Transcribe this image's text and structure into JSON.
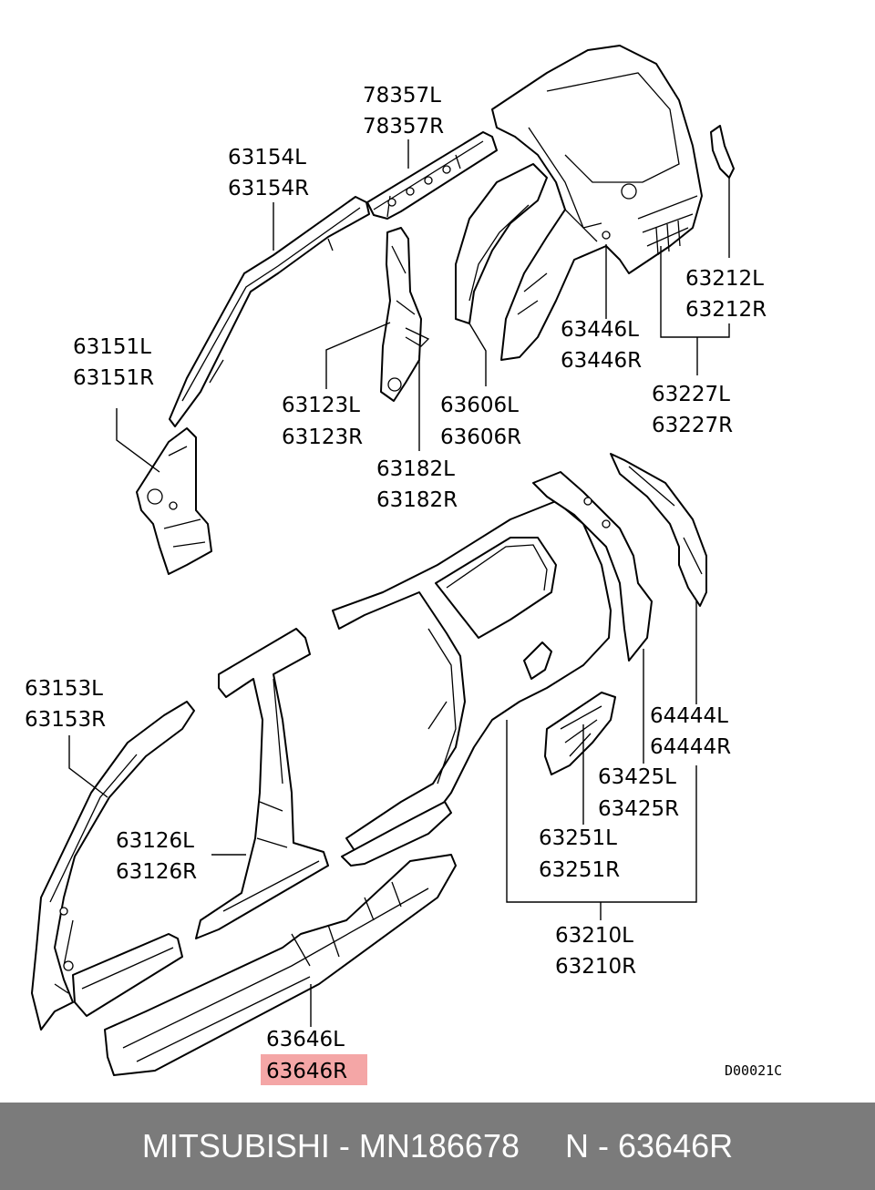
{
  "labels": {
    "p78357l": "78357L",
    "p78357r": "78357R",
    "p63154l": "63154L",
    "p63154r": "63154R",
    "p63151l": "63151L",
    "p63151r": "63151R",
    "p63123l": "63123L",
    "p63123r": "63123R",
    "p63182l": "63182L",
    "p63182r": "63182R",
    "p63606l": "63606L",
    "p63606r": "63606R",
    "p63446l": "63446L",
    "p63446r": "63446R",
    "p63212l": "63212L",
    "p63212r": "63212R",
    "p63227l": "63227L",
    "p63227r": "63227R",
    "p63153l": "63153L",
    "p63153r": "63153R",
    "p63126l": "63126L",
    "p63126r": "63126R",
    "p64444l": "64444L",
    "p64444r": "64444R",
    "p63425l": "63425L",
    "p63425r": "63425R",
    "p63251l": "63251L",
    "p63251r": "63251R",
    "p63210l": "63210L",
    "p63210r": "63210R",
    "p63646l": "63646L",
    "p63646r": "63646R"
  },
  "diagram_code": "D00021C",
  "highlight_color": "#f4a6a6",
  "footer": {
    "text": "MITSUBISHI - MN186678     N - 63646R",
    "background": "#7b7b7b"
  }
}
